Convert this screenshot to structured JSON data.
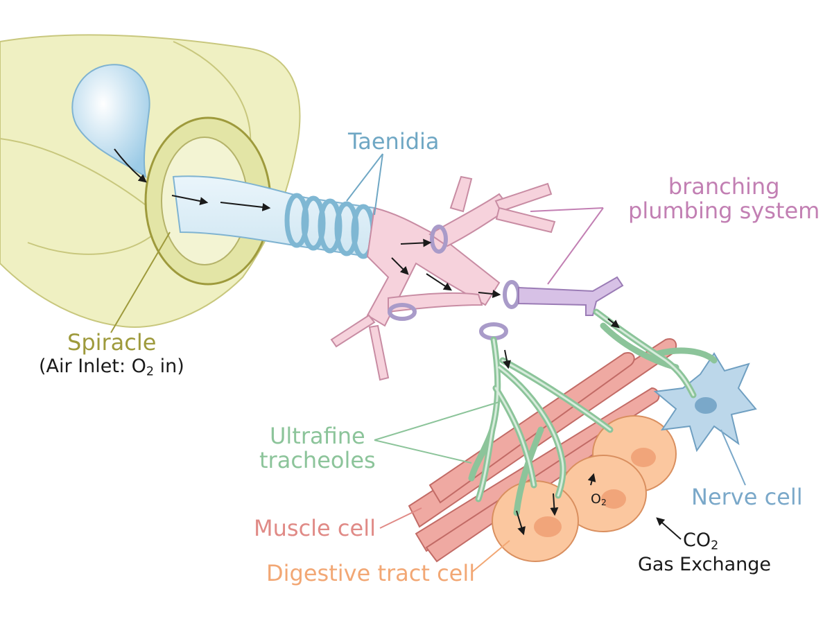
{
  "labels": {
    "spiracle": "Spiracle",
    "spiracle_sub_pre": "(Air Inlet: O",
    "spiracle_sub_subscript": "2",
    "spiracle_sub_post": " in)",
    "taenidia": "Taenidia",
    "branching_line1": "branching",
    "branching_line2": "plumbing system",
    "ultrafine_line1": "Ultrafine",
    "ultrafine_line2": "tracheoles",
    "muscle_cell": "Muscle cell",
    "digestive_cell": "Digestive tract cell",
    "nerve_cell": "Nerve cell",
    "o2_main": "O",
    "o2_subscript": "2",
    "co2_main": "CO",
    "co2_subscript": "2",
    "gas_exchange": "Gas Exchange"
  },
  "colors": {
    "spiracle": "#9e9a3c",
    "taenidia": "#6fa7c4",
    "branching": "#c27fb3",
    "ultrafine": "#8cc49a",
    "muscle": "#e08a86",
    "digestive": "#f2a774",
    "nerve": "#7aa8c9"
  }
}
